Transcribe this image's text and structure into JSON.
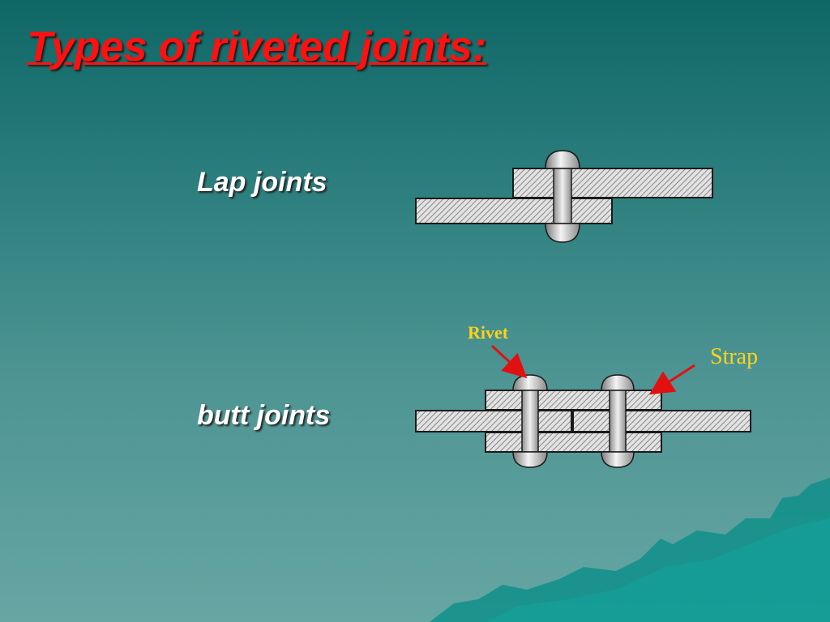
{
  "slide": {
    "title": "Types of riveted joints:",
    "colors": {
      "title": "#ff1111",
      "callout_text": "#ffd21a",
      "arrow": "#e21010",
      "plate_fill": "#dcdcdc",
      "hatch": "#6f6f6f",
      "rivet": "#bdbdbd"
    }
  },
  "lap_joint": {
    "label": "Lap joints"
  },
  "butt_joint": {
    "label": "butt joints",
    "callouts": {
      "rivet": "Rivet",
      "strap": "Strap"
    }
  }
}
